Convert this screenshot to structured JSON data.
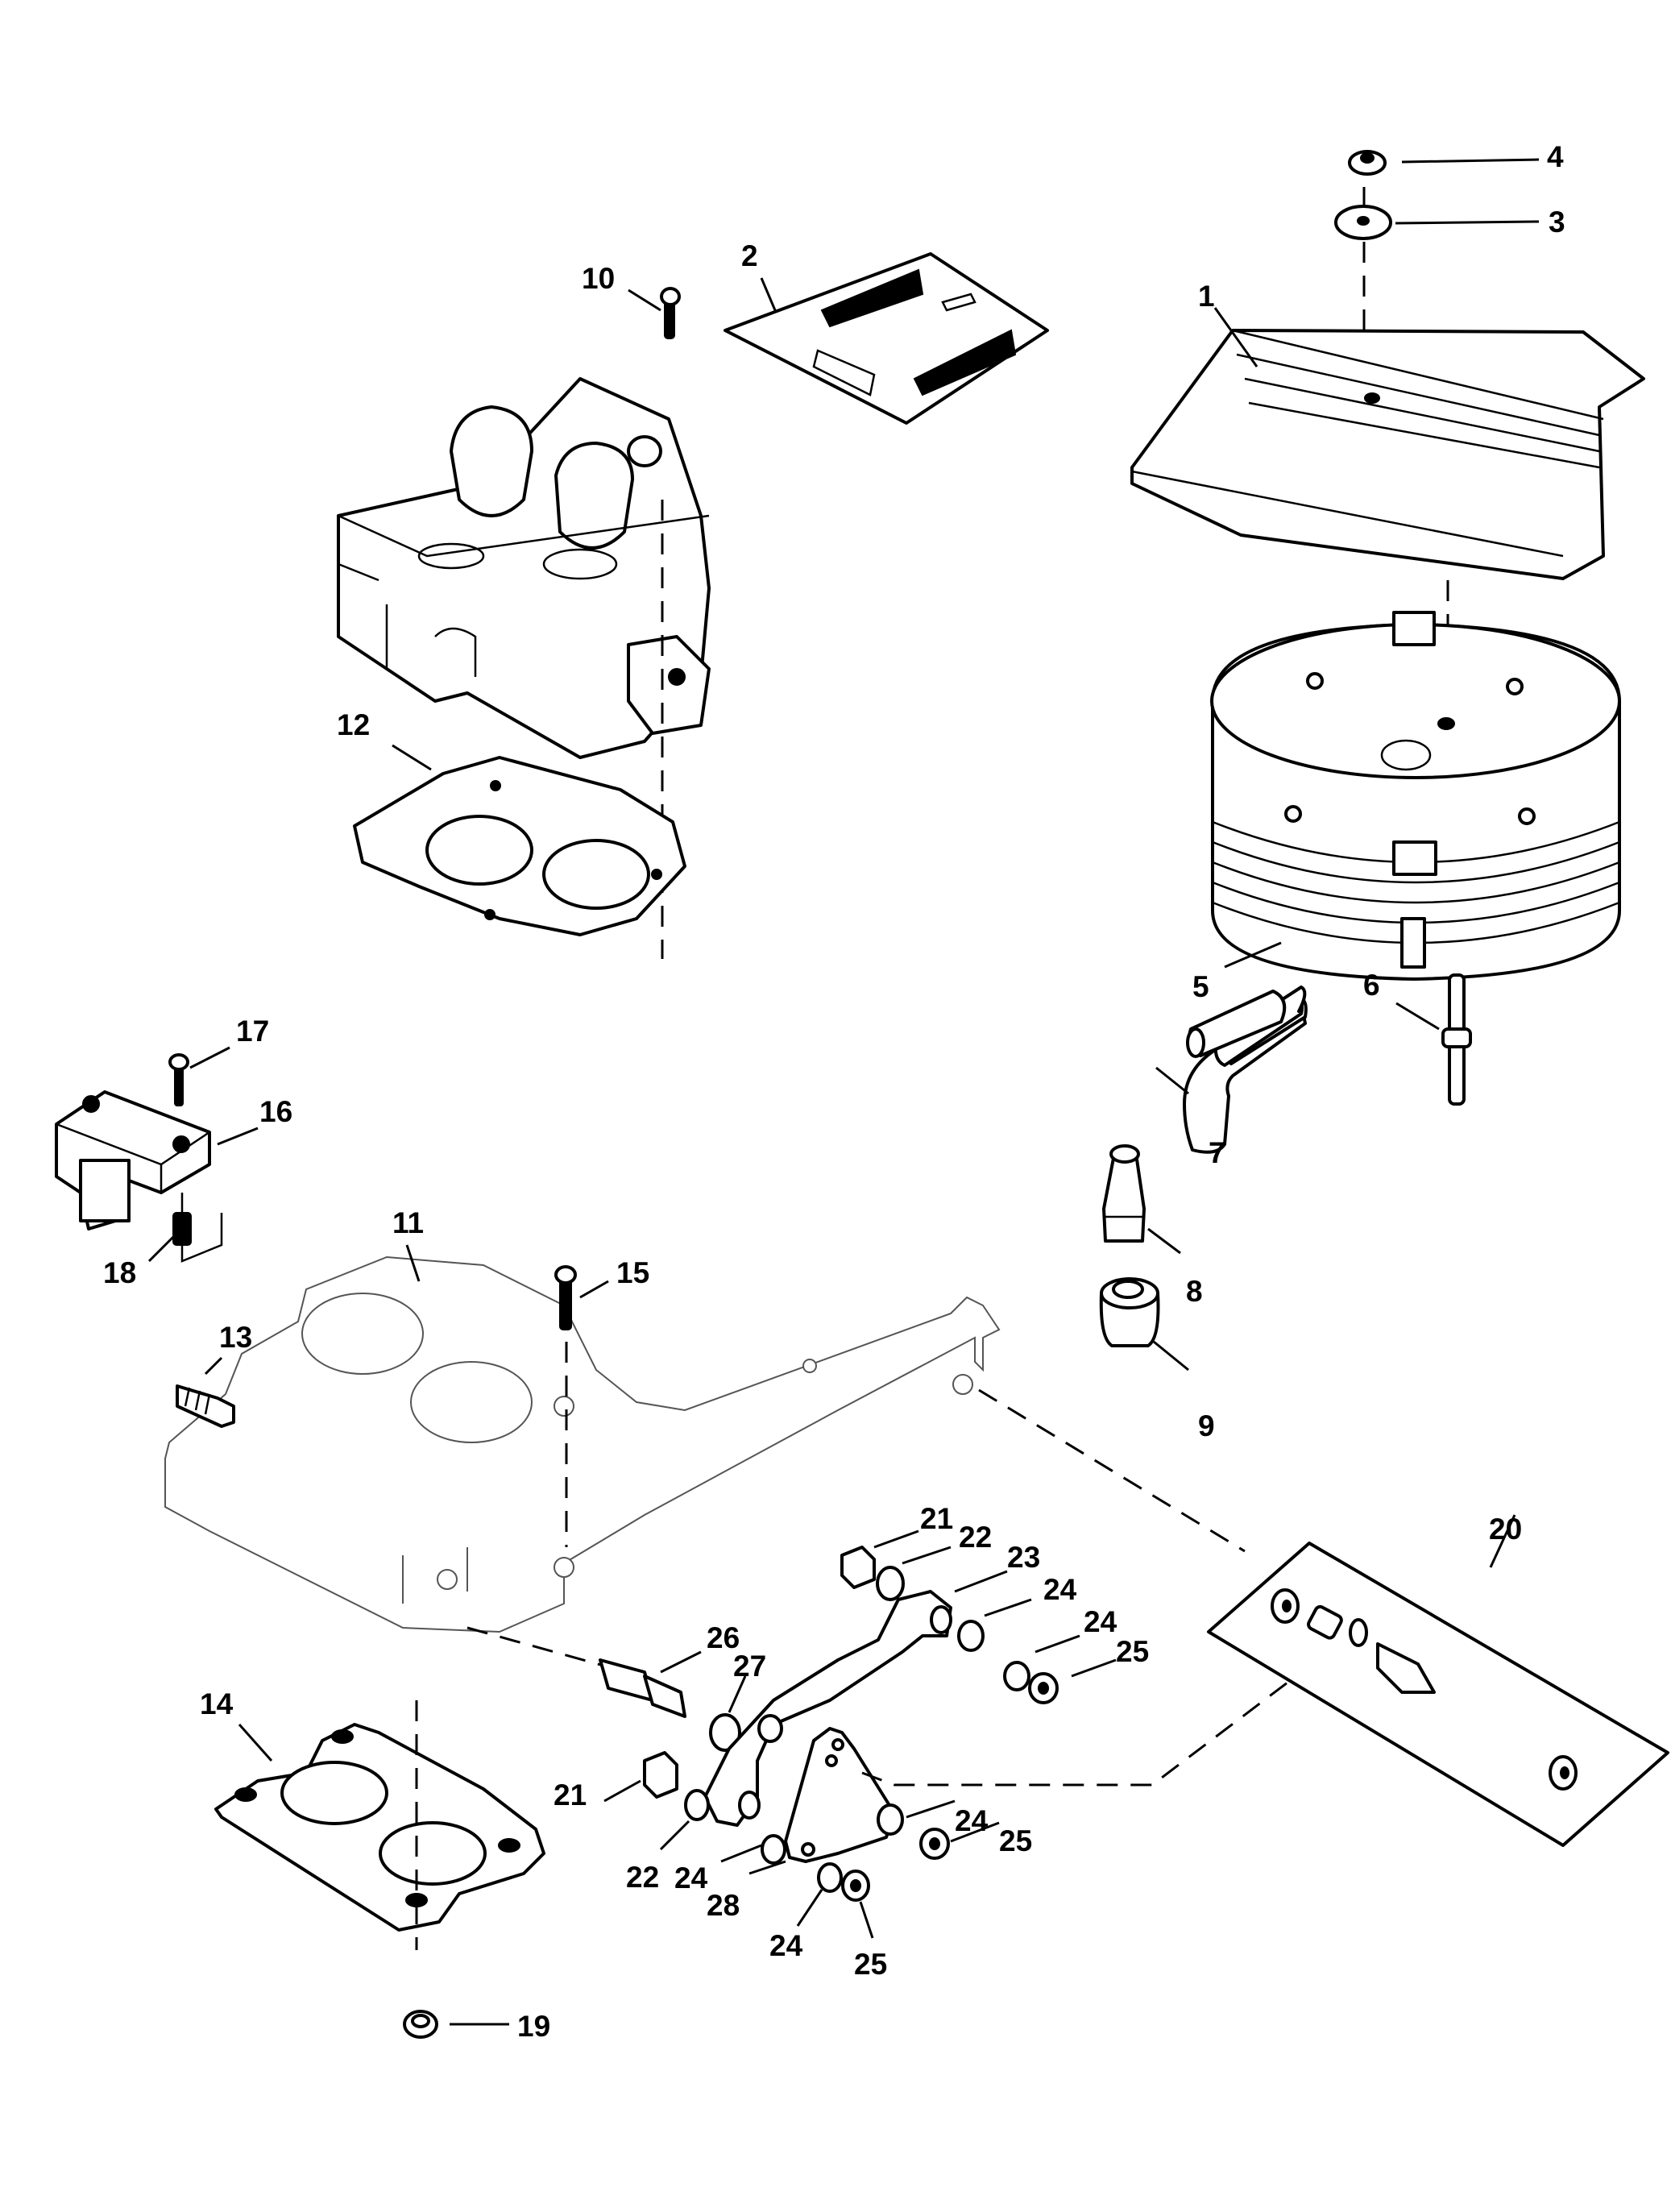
{
  "diagram": {
    "title": "Exploded parts diagram - throttle body, flame arrestor and linkage",
    "colors": {
      "line": "#000000",
      "background": "#ffffff"
    },
    "callouts": [
      {
        "id": "c1",
        "label": "1",
        "part": "flame-arrestor-cover"
      },
      {
        "id": "c2",
        "label": "2",
        "part": "decal"
      },
      {
        "id": "c3",
        "label": "3",
        "part": "washer"
      },
      {
        "id": "c4",
        "label": "4",
        "part": "nut"
      },
      {
        "id": "c5",
        "label": "5",
        "part": "flame-arrestor"
      },
      {
        "id": "c6",
        "label": "6",
        "part": "stud"
      },
      {
        "id": "c7",
        "label": "7",
        "part": "hose"
      },
      {
        "id": "c8",
        "label": "8",
        "part": "fitting"
      },
      {
        "id": "c9",
        "label": "9",
        "part": "cap"
      },
      {
        "id": "c10",
        "label": "10",
        "part": "bolt"
      },
      {
        "id": "c11",
        "label": "11",
        "part": "adaptor-plate"
      },
      {
        "id": "c12",
        "label": "12",
        "part": "throttle-body-gasket"
      },
      {
        "id": "c13",
        "label": "13",
        "part": "fitting"
      },
      {
        "id": "c14",
        "label": "14",
        "part": "gasket"
      },
      {
        "id": "c15",
        "label": "15",
        "part": "bolt"
      },
      {
        "id": "c16",
        "label": "16",
        "part": "sensor-module"
      },
      {
        "id": "c17",
        "label": "17",
        "part": "screw"
      },
      {
        "id": "c18",
        "label": "18",
        "part": "spacer"
      },
      {
        "id": "c19",
        "label": "19",
        "part": "nut"
      },
      {
        "id": "c20",
        "label": "20",
        "part": "hardware-kit"
      },
      {
        "id": "c21a",
        "label": "21",
        "part": "bolt"
      },
      {
        "id": "c22a",
        "label": "22",
        "part": "bushing"
      },
      {
        "id": "c23",
        "label": "23",
        "part": "lever"
      },
      {
        "id": "c24a",
        "label": "24",
        "part": "washer"
      },
      {
        "id": "c24b",
        "label": "24",
        "part": "washer"
      },
      {
        "id": "c25a",
        "label": "25",
        "part": "nut"
      },
      {
        "id": "c26",
        "label": "26",
        "part": "stud"
      },
      {
        "id": "c27",
        "label": "27",
        "part": "washer"
      },
      {
        "id": "c21b",
        "label": "21",
        "part": "bolt"
      },
      {
        "id": "c22b",
        "label": "22",
        "part": "bushing"
      },
      {
        "id": "c24c",
        "label": "24",
        "part": "washer"
      },
      {
        "id": "c28",
        "label": "28",
        "part": "bracket"
      },
      {
        "id": "c24d",
        "label": "24",
        "part": "washer"
      },
      {
        "id": "c24e",
        "label": "24",
        "part": "washer"
      },
      {
        "id": "c25b",
        "label": "25",
        "part": "nut"
      },
      {
        "id": "c25c",
        "label": "25",
        "part": "nut"
      }
    ]
  }
}
